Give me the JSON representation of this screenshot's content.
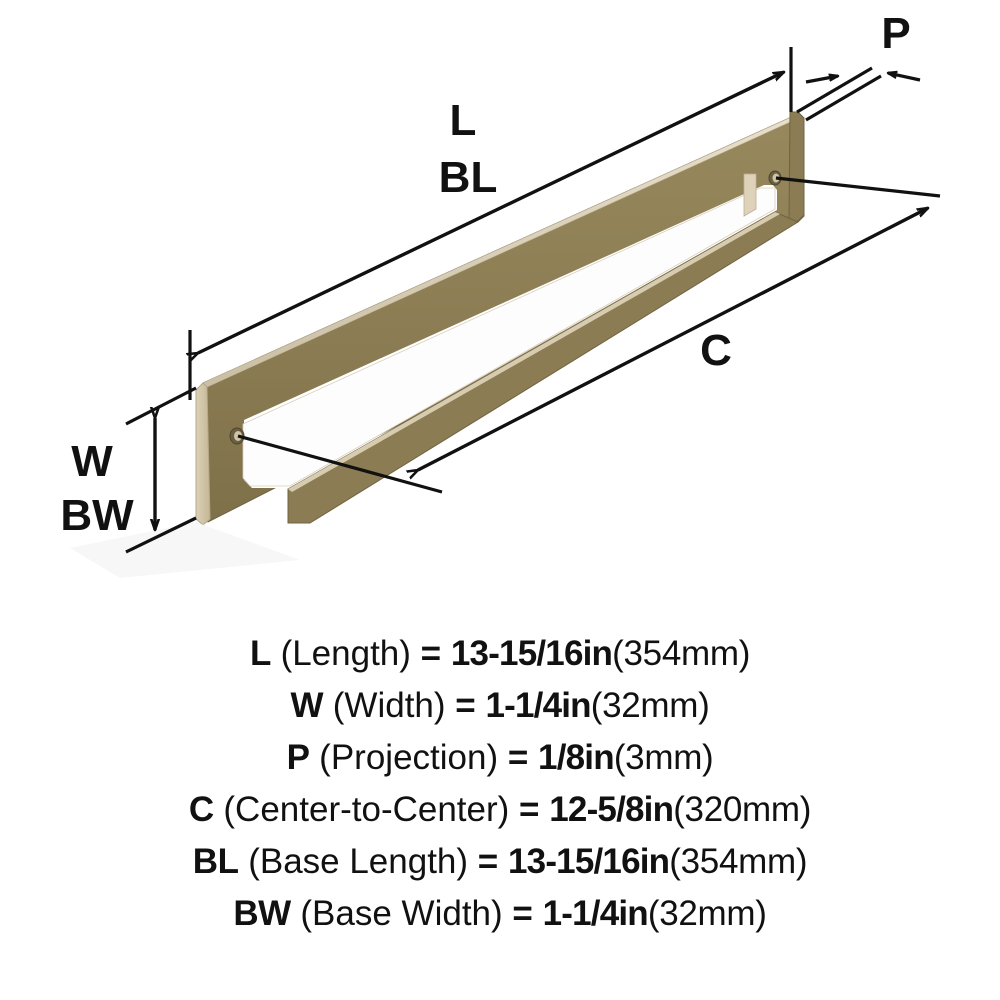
{
  "diagram": {
    "title": "Cabinet pull handle dimension diagram",
    "product_color_hex": "#8b7c53",
    "product_edge_hex": "#ded2bb",
    "product_shadow_hex": "#6f6342",
    "line_color_hex": "#111111",
    "background_hex": "#ffffff",
    "callouts": [
      {
        "key": "L",
        "label": "L",
        "name": "length-callout"
      },
      {
        "key": "BL",
        "label": "BL",
        "name": "base-length-callout"
      },
      {
        "key": "P",
        "label": "P",
        "name": "projection-callout"
      },
      {
        "key": "C",
        "label": "C",
        "name": "center-to-center-callout"
      },
      {
        "key": "W",
        "label": "W",
        "name": "width-callout"
      },
      {
        "key": "BW",
        "label": "BW",
        "name": "base-width-callout"
      }
    ]
  },
  "specs": [
    {
      "symbol": "L",
      "name": "(Length)",
      "equals": "=",
      "value_in": "13-15/16in",
      "value_mm": "(354mm)"
    },
    {
      "symbol": "W",
      "name": "(Width)",
      "equals": "=",
      "value_in": "1-1/4in",
      "value_mm": "(32mm)"
    },
    {
      "symbol": "P",
      "name": "(Projection)",
      "equals": "=",
      "value_in": "1/8in",
      "value_mm": "(3mm)"
    },
    {
      "symbol": "C",
      "name": "(Center-to-Center)",
      "equals": "=",
      "value_in": "12-5/8in",
      "value_mm": "(320mm)"
    },
    {
      "symbol": "BL",
      "name": "(Base Length)",
      "equals": "=",
      "value_in": "13-15/16in",
      "value_mm": "(354mm)"
    },
    {
      "symbol": "BW",
      "name": "(Base Width)",
      "equals": "=",
      "value_in": "1-1/4in",
      "value_mm": "(32mm)"
    }
  ]
}
